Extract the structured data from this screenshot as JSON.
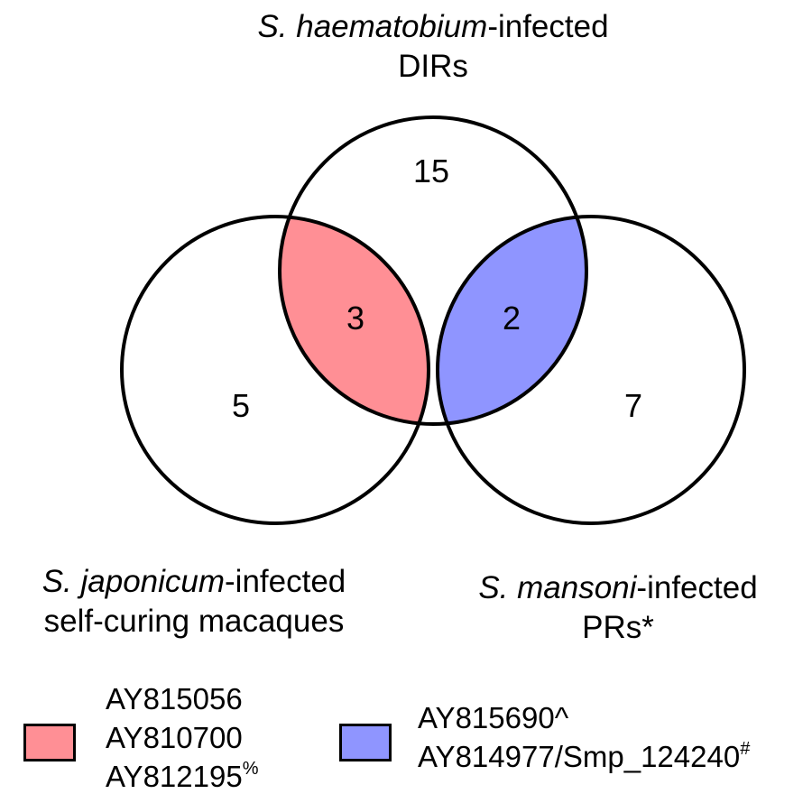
{
  "sets": {
    "haematobium": {
      "species": "S. haematobium",
      "suffix": "-infected",
      "line2": "DIRs"
    },
    "japonicum": {
      "species": "S. japonicum",
      "suffix": "-infected",
      "line2": "self-curing macaques"
    },
    "mansoni": {
      "species": "S. mansoni",
      "suffix": "-infected",
      "line2": "PRs*"
    }
  },
  "counts": {
    "haematobium_only": "15",
    "japonicum_only": "5",
    "mansoni_only": "7",
    "japonicum_haematobium": "3",
    "haematobium_mansoni": "2"
  },
  "colors": {
    "overlap_japonicum_haematobium": "#ff8f95",
    "overlap_haematobium_mansoni": "#8f95ff",
    "outline": "#000000"
  },
  "legend": [
    {
      "color": "#ff8f95",
      "entries": [
        {
          "text": "AY815056",
          "mark": ""
        },
        {
          "text": "AY810700",
          "mark": ""
        },
        {
          "text": "AY812195",
          "mark": "%"
        }
      ]
    },
    {
      "color": "#8f95ff",
      "entries": [
        {
          "text": "AY815690^",
          "mark": ""
        },
        {
          "text": "AY814977/Smp_124240",
          "mark": "#"
        }
      ]
    }
  ]
}
